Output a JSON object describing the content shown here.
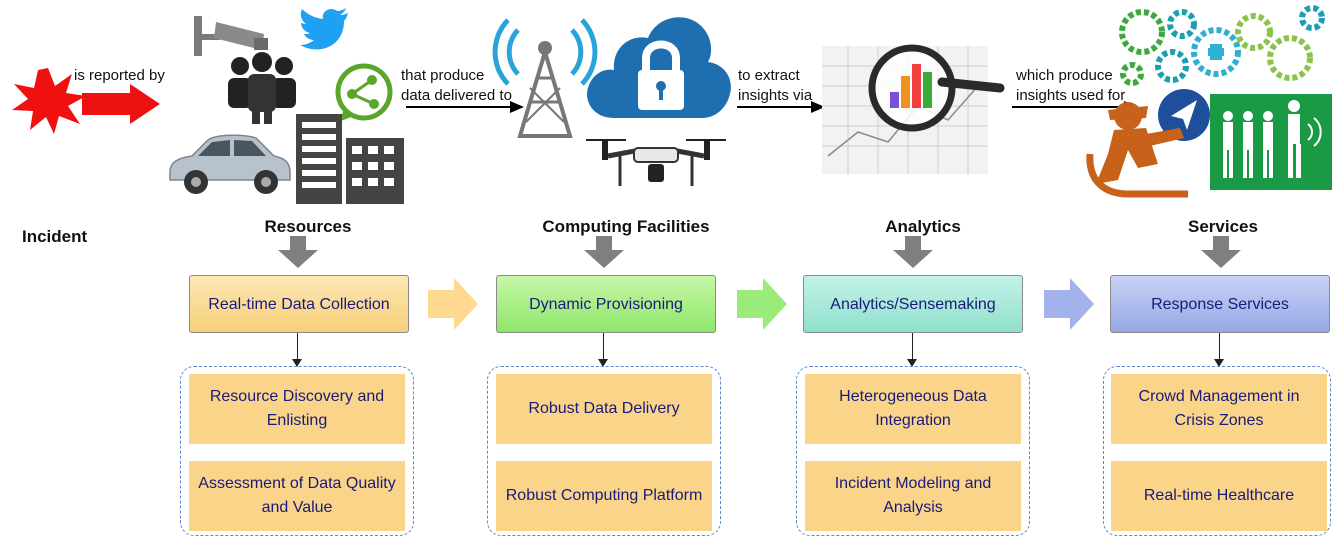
{
  "incident_label": "Incident",
  "flow": {
    "reported_by": "is reported by",
    "produce_line1": "that produce",
    "produce_line2": "data delivered to",
    "extract_line1": "to extract",
    "extract_line2": "insights via",
    "which_line1": "which produce",
    "which_line2": "insights used for"
  },
  "stages": [
    {
      "heading": "Resources",
      "main": "Real-time Data Collection",
      "subs": [
        "Resource Discovery and Enlisting",
        "Assessment of Data Quality and Value"
      ],
      "color": "#f6cf7a"
    },
    {
      "heading": "Computing Facilities",
      "main": "Dynamic Provisioning",
      "subs": [
        "Robust Data Delivery",
        "Robust Computing Platform"
      ],
      "color": "#8fe66a"
    },
    {
      "heading": "Analytics",
      "main": "Analytics/Sensemaking",
      "subs": [
        "Heterogeneous Data Integration",
        "Incident Modeling and Analysis"
      ],
      "color": "#8fe0cd"
    },
    {
      "heading": "Services",
      "main": "Response Services",
      "subs": [
        "Crowd Management in Crisis Zones",
        "Real-time Healthcare"
      ],
      "color": "#96a7e6"
    }
  ],
  "icons": {
    "incident": "explosion-icon",
    "resources": [
      "cctv-camera-icon",
      "twitter-bird-icon",
      "people-group-icon",
      "chat-network-icon",
      "car-icon",
      "building-icon"
    ],
    "computing": [
      "radio-tower-icon",
      "cloud-lock-icon",
      "drone-icon"
    ],
    "analytics": [
      "magnifier-chart-icon"
    ],
    "services": [
      "gear-cluster-icon",
      "navigation-icon",
      "firefighter-icon",
      "evacuation-icon"
    ]
  }
}
